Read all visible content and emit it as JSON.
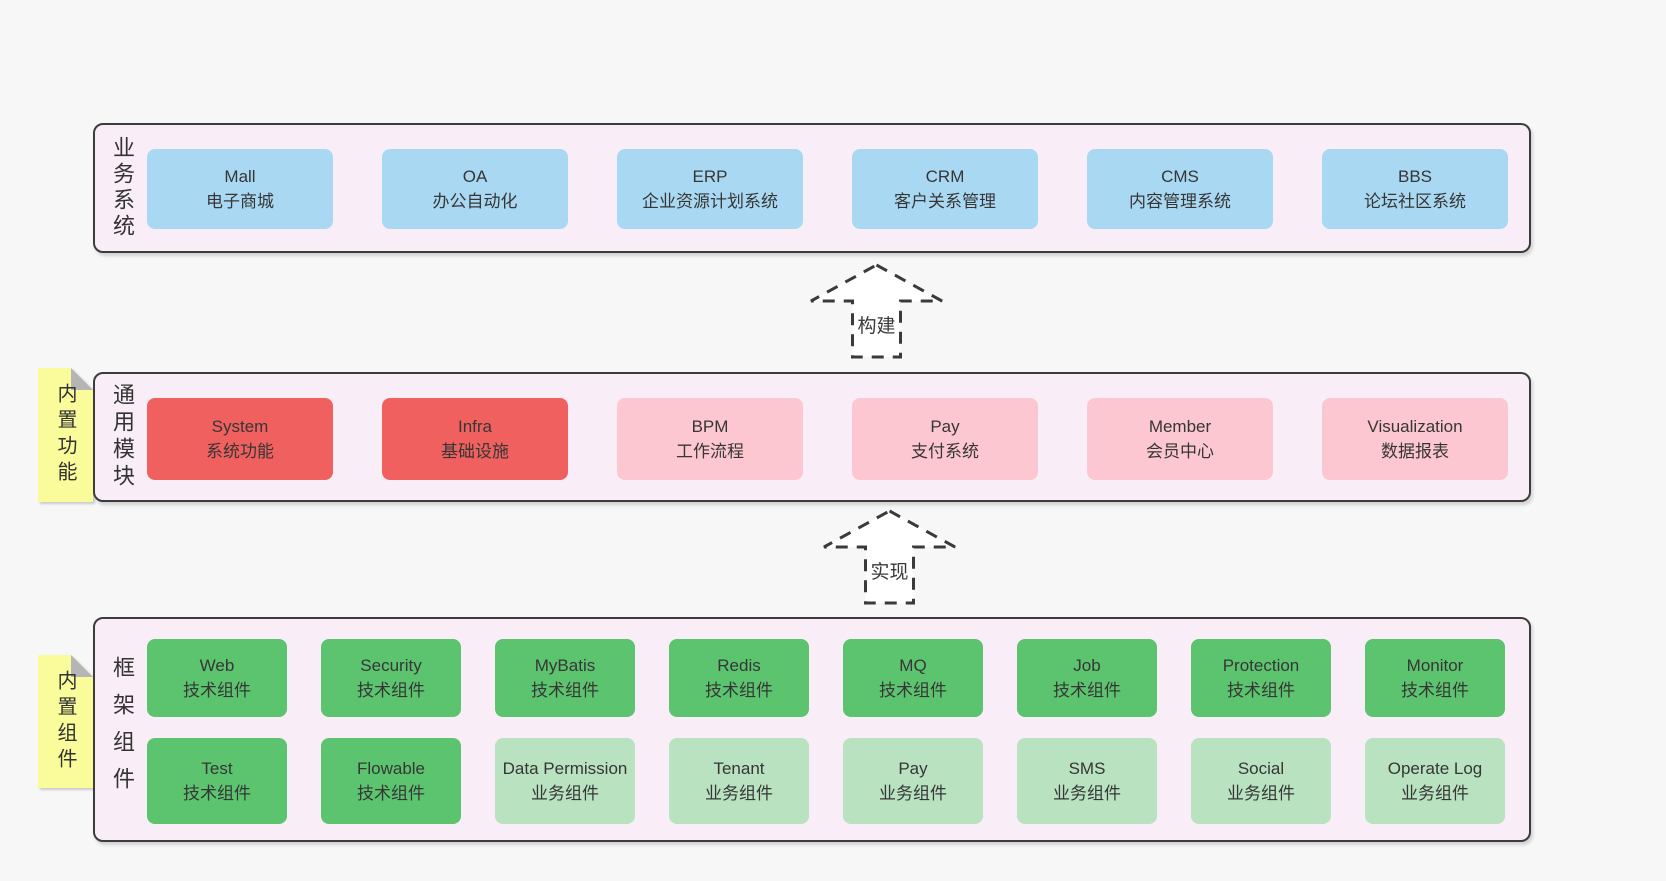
{
  "diagram": {
    "arrows": [
      {
        "label": "构建"
      },
      {
        "label": "实现"
      }
    ],
    "business": {
      "label": "业务系统",
      "boxes": [
        {
          "title": "Mall",
          "subtitle": "电子商城"
        },
        {
          "title": "OA",
          "subtitle": "办公自动化"
        },
        {
          "title": "ERP",
          "subtitle": "企业资源计划系统"
        },
        {
          "title": "CRM",
          "subtitle": "客户关系管理"
        },
        {
          "title": "CMS",
          "subtitle": "内容管理系统"
        },
        {
          "title": "BBS",
          "subtitle": "论坛社区系统"
        }
      ]
    },
    "modules": {
      "label": "通用模块",
      "note": "内置功能",
      "boxes": [
        {
          "title": "System",
          "subtitle": "系统功能",
          "variant": "red"
        },
        {
          "title": "Infra",
          "subtitle": "基础设施",
          "variant": "red"
        },
        {
          "title": "BPM",
          "subtitle": "工作流程",
          "variant": "pink"
        },
        {
          "title": "Pay",
          "subtitle": "支付系统",
          "variant": "pink"
        },
        {
          "title": "Member",
          "subtitle": "会员中心",
          "variant": "pink"
        },
        {
          "title": "Visualization",
          "subtitle": "数据报表",
          "variant": "pink"
        }
      ]
    },
    "components": {
      "label": "框架组件",
      "note": "内置组件",
      "row1": [
        {
          "title": "Web",
          "subtitle": "技术组件",
          "variant": "green"
        },
        {
          "title": "Security",
          "subtitle": "技术组件",
          "variant": "green"
        },
        {
          "title": "MyBatis",
          "subtitle": "技术组件",
          "variant": "green"
        },
        {
          "title": "Redis",
          "subtitle": "技术组件",
          "variant": "green"
        },
        {
          "title": "MQ",
          "subtitle": "技术组件",
          "variant": "green"
        },
        {
          "title": "Job",
          "subtitle": "技术组件",
          "variant": "green"
        },
        {
          "title": "Protection",
          "subtitle": "技术组件",
          "variant": "green"
        },
        {
          "title": "Monitor",
          "subtitle": "技术组件",
          "variant": "green"
        }
      ],
      "row2": [
        {
          "title": "Test",
          "subtitle": "技术组件",
          "variant": "green"
        },
        {
          "title": "Flowable",
          "subtitle": "技术组件",
          "variant": "green"
        },
        {
          "title": "Data Permission",
          "subtitle": "业务组件",
          "variant": "lightgreen"
        },
        {
          "title": "Tenant",
          "subtitle": "业务组件",
          "variant": "lightgreen"
        },
        {
          "title": "Pay",
          "subtitle": "业务组件",
          "variant": "lightgreen"
        },
        {
          "title": "SMS",
          "subtitle": "业务组件",
          "variant": "lightgreen"
        },
        {
          "title": "Social",
          "subtitle": "业务组件",
          "variant": "lightgreen"
        },
        {
          "title": "Operate Log",
          "subtitle": "业务组件",
          "variant": "lightgreen"
        }
      ]
    },
    "colors": {
      "background": "#f7f7f7",
      "container_bg": "#f9eef7",
      "container_border": "#3c3c3c",
      "blue": "#a9d8f2",
      "red": "#f0605f",
      "pink": "#fcc7d0",
      "green": "#5cc46f",
      "lightgreen": "#b8e2c0",
      "note_yellow": "#fafb9b",
      "note_fold_gray": "#b5b5b5"
    }
  }
}
